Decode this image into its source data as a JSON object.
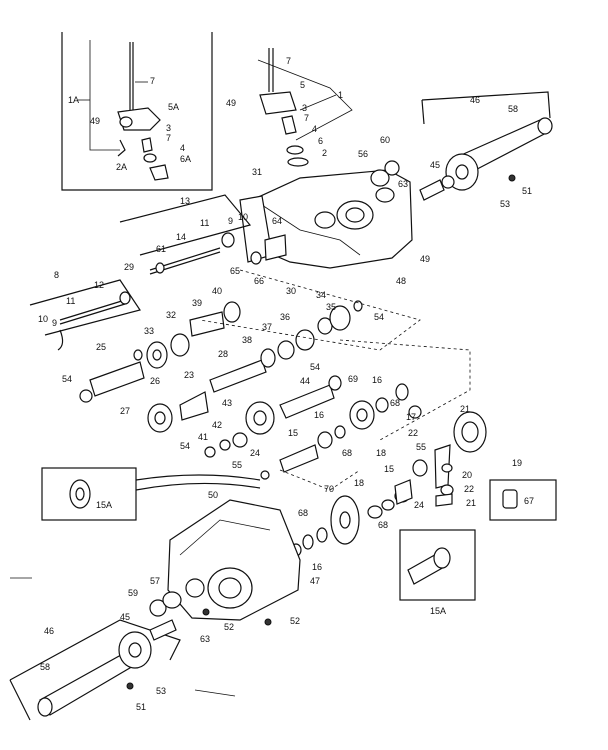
{
  "labels": [
    {
      "text": "1A"
    },
    {
      "text": "7"
    },
    {
      "text": "5A"
    },
    {
      "text": "49"
    },
    {
      "text": "3"
    },
    {
      "text": "7"
    },
    {
      "text": "4"
    },
    {
      "text": "2A"
    },
    {
      "text": "6A"
    },
    {
      "text": "5"
    },
    {
      "text": "7"
    },
    {
      "text": "1"
    },
    {
      "text": "49"
    },
    {
      "text": "3"
    },
    {
      "text": "7"
    },
    {
      "text": "4"
    },
    {
      "text": "6"
    },
    {
      "text": "2"
    },
    {
      "text": "31"
    },
    {
      "text": "56"
    },
    {
      "text": "60"
    },
    {
      "text": "46"
    },
    {
      "text": "58"
    },
    {
      "text": "45"
    },
    {
      "text": "63"
    },
    {
      "text": "51"
    },
    {
      "text": "53"
    },
    {
      "text": "13"
    },
    {
      "text": "11"
    },
    {
      "text": "9"
    },
    {
      "text": "10"
    },
    {
      "text": "64"
    },
    {
      "text": "14"
    },
    {
      "text": "61"
    },
    {
      "text": "65"
    },
    {
      "text": "66"
    },
    {
      "text": "49"
    },
    {
      "text": "48"
    },
    {
      "text": "8"
    },
    {
      "text": "29"
    },
    {
      "text": "12"
    },
    {
      "text": "11"
    },
    {
      "text": "10"
    },
    {
      "text": "9"
    },
    {
      "text": "30"
    },
    {
      "text": "34"
    },
    {
      "text": "39"
    },
    {
      "text": "40"
    },
    {
      "text": "35"
    },
    {
      "text": "54"
    },
    {
      "text": "32"
    },
    {
      "text": "33"
    },
    {
      "text": "36"
    },
    {
      "text": "37"
    },
    {
      "text": "25"
    },
    {
      "text": "38"
    },
    {
      "text": "26"
    },
    {
      "text": "28"
    },
    {
      "text": "54"
    },
    {
      "text": "23"
    },
    {
      "text": "69"
    },
    {
      "text": "16"
    },
    {
      "text": "44"
    },
    {
      "text": "54"
    },
    {
      "text": "27"
    },
    {
      "text": "43"
    },
    {
      "text": "68"
    },
    {
      "text": "17"
    },
    {
      "text": "21"
    },
    {
      "text": "42"
    },
    {
      "text": "16"
    },
    {
      "text": "41"
    },
    {
      "text": "15"
    },
    {
      "text": "22"
    },
    {
      "text": "54"
    },
    {
      "text": "24"
    },
    {
      "text": "68"
    },
    {
      "text": "18"
    },
    {
      "text": "55"
    },
    {
      "text": "19"
    },
    {
      "text": "55"
    },
    {
      "text": "20"
    },
    {
      "text": "15A"
    },
    {
      "text": "50"
    },
    {
      "text": "70"
    },
    {
      "text": "18"
    },
    {
      "text": "15"
    },
    {
      "text": "22"
    },
    {
      "text": "68"
    },
    {
      "text": "21"
    },
    {
      "text": "24"
    },
    {
      "text": "67"
    },
    {
      "text": "68"
    },
    {
      "text": "16"
    },
    {
      "text": "47"
    },
    {
      "text": "59"
    },
    {
      "text": "57"
    },
    {
      "text": "45"
    },
    {
      "text": "52"
    },
    {
      "text": "52"
    },
    {
      "text": "63"
    },
    {
      "text": "46"
    },
    {
      "text": "15A"
    },
    {
      "text": "58"
    },
    {
      "text": "53"
    },
    {
      "text": "51"
    }
  ]
}
